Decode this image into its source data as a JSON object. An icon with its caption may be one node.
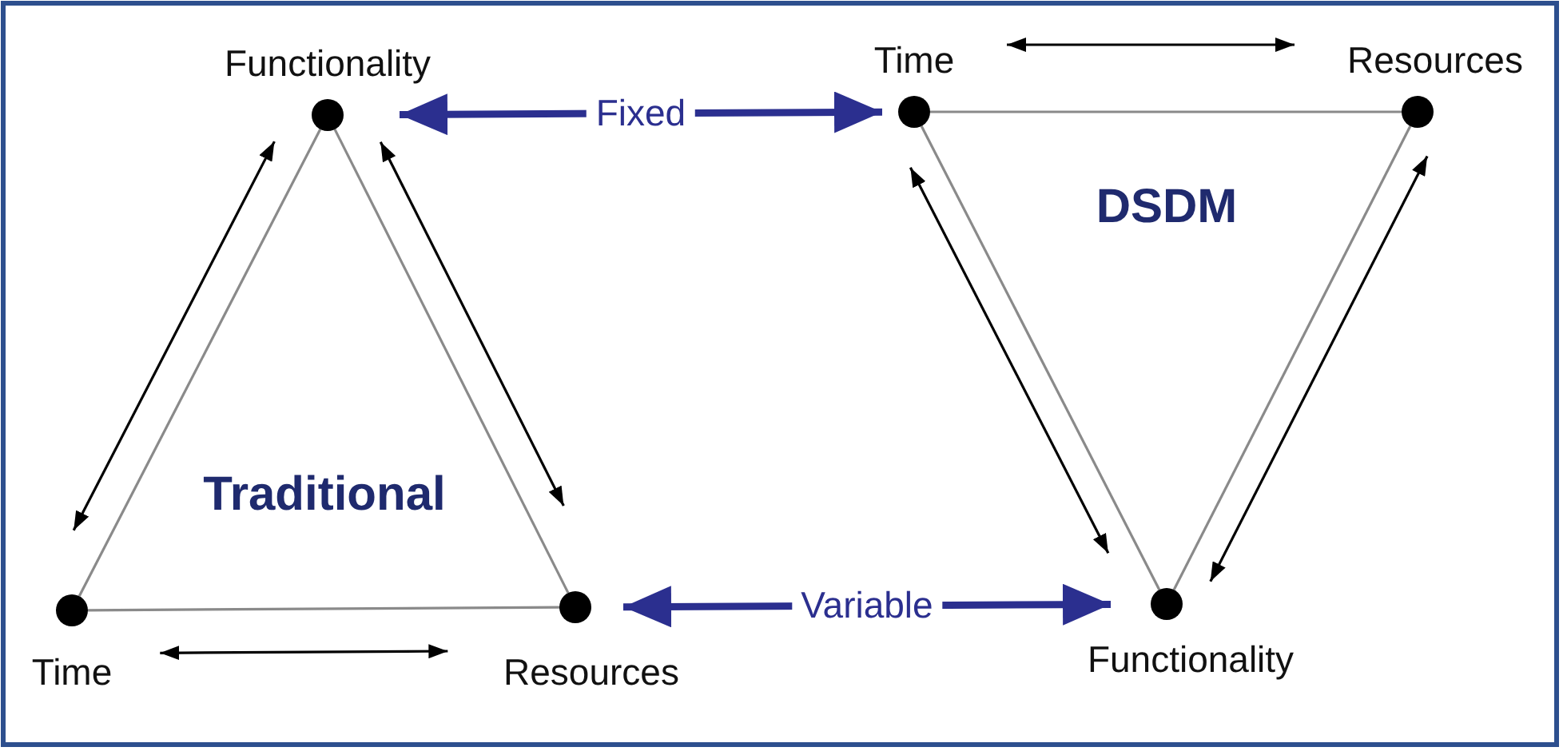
{
  "diagram": {
    "nodes": [
      {
        "text": [],
        "shape": "circle",
        "beside": [
          "Functionality"
        ]
      },
      {
        "text": [],
        "shape": "circle",
        "beside": [
          "Time"
        ]
      },
      {
        "text": [],
        "shape": "circle",
        "beside": [
          "Resources"
        ]
      },
      {
        "text": [],
        "shape": "circle",
        "beside": [
          "Time"
        ]
      },
      {
        "text": [],
        "shape": "circle",
        "beside": [
          "Resources"
        ]
      },
      {
        "text": [],
        "shape": "circle",
        "beside": [
          "Functionality"
        ]
      }
    ],
    "edges": [
      {
        "from": 0,
        "to": 1,
        "arrow": "none",
        "color": "#8a8a8a"
      },
      {
        "from": 0,
        "to": 2,
        "arrow": "none",
        "color": "#8a8a8a"
      },
      {
        "from": 1,
        "to": 2,
        "arrow": "none",
        "color": "#8a8a8a"
      },
      {
        "from": 0,
        "to": 1,
        "arrow": "both",
        "color": "#000000"
      },
      {
        "from": 0,
        "to": 2,
        "arrow": "both",
        "color": "#000000"
      },
      {
        "from": 1,
        "to": 2,
        "arrow": "both",
        "color": "#000000"
      },
      {
        "from": 3,
        "to": 4,
        "arrow": "none",
        "color": "#8a8a8a"
      },
      {
        "from": 3,
        "to": 5,
        "arrow": "none",
        "color": "#8a8a8a"
      },
      {
        "from": 4,
        "to": 5,
        "arrow": "none",
        "color": "#8a8a8a"
      },
      {
        "from": 3,
        "to": 4,
        "arrow": "both",
        "color": "#000000"
      },
      {
        "from": 3,
        "to": 5,
        "arrow": "both",
        "color": "#000000"
      },
      {
        "from": 4,
        "to": 5,
        "arrow": "both",
        "color": "#000000"
      },
      {
        "from": 0,
        "to": 3,
        "arrow": "both",
        "label": "Fixed",
        "style": "thick",
        "color": "#2b2f8f"
      },
      {
        "from": 2,
        "to": 5,
        "arrow": "both",
        "label": "Variable",
        "style": "thick",
        "color": "#2b2f8f"
      }
    ],
    "labels": [
      "DSDM",
      "Traditional"
    ]
  }
}
